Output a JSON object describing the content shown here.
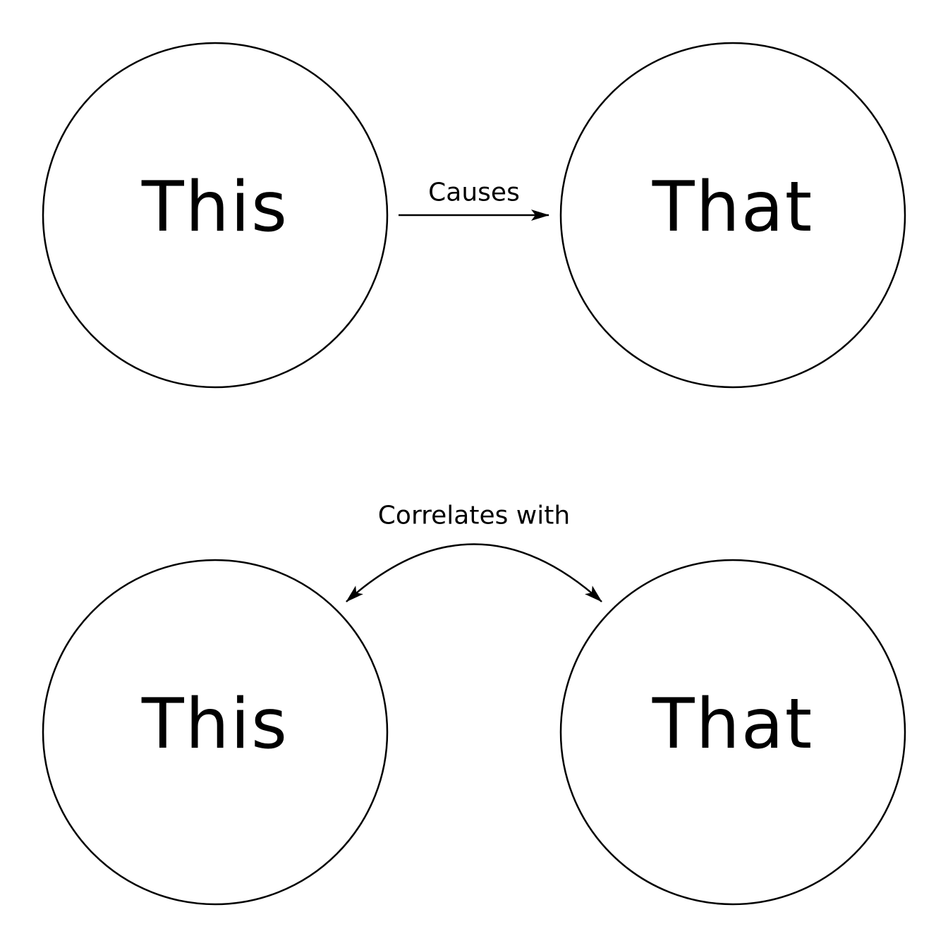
{
  "colors": {
    "stroke": "#000000",
    "background": "#ffffff"
  },
  "top_row": {
    "left_node": {
      "label": "This"
    },
    "right_node": {
      "label": "That"
    },
    "relation": {
      "label": "Causes",
      "arrow": "one-way"
    }
  },
  "bottom_row": {
    "left_node": {
      "label": "This"
    },
    "right_node": {
      "label": "That"
    },
    "relation": {
      "label": "Correlates with",
      "arrow": "two-way"
    }
  }
}
